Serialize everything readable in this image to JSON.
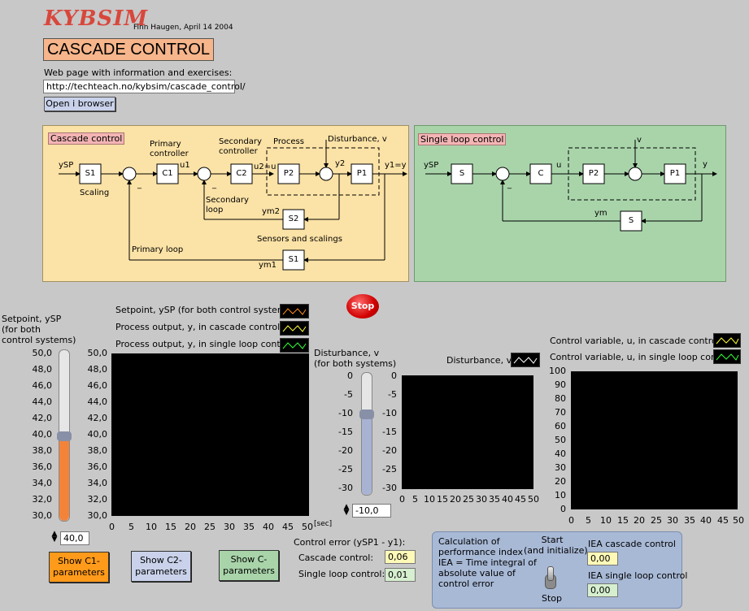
{
  "header": {
    "logo": "KYBSIM",
    "author": "Finn Haugen, April 14 2004",
    "title": "CASCADE CONTROL",
    "web_label": "Web page with information and exercises:",
    "url": "http://techteach.no/kybsim/cascade_control/",
    "open_browser": "Open i browser"
  },
  "cascade_diagram": {
    "label": "Cascade control",
    "ysp": "ySP",
    "s1": "S1",
    "scaling": "Scaling",
    "minus": "_",
    "primary_controller": "Primary\ncontroller",
    "c1": "C1",
    "u1": "u1",
    "secondary_controller": "Secondary\ncontroller",
    "c2": "C2",
    "u2": "u2=u",
    "process": "Process",
    "disturbance": "Disturbance, v",
    "p2": "P2",
    "y2": "y2",
    "p1": "P1",
    "y1": "y1=y",
    "secondary_loop": "Secondary\nloop",
    "ym2": "ym2",
    "s2": "S2",
    "sensors": "Sensors and scalings",
    "primary_loop": "Primary loop",
    "ym1": "ym1"
  },
  "single_diagram": {
    "label": "Single loop control",
    "ysp": "ySP",
    "s": "S",
    "c": "C",
    "u": "u",
    "v": "v",
    "p2": "P2",
    "p1": "P1",
    "y": "y",
    "ym": "ym",
    "minus": "_"
  },
  "stop_button": "Stop",
  "setpoint": {
    "label": "Setpoint, ySP\n(for both\ncontrol systems)",
    "ticks": [
      "50,0",
      "48,0",
      "46,0",
      "44,0",
      "42,0",
      "40,0",
      "38,0",
      "36,0",
      "34,0",
      "32,0",
      "30,0"
    ],
    "value": "40,0",
    "level": 0.5
  },
  "plot1": {
    "legend": [
      {
        "label": "Setpoint, ySP (for both control systems)",
        "color": "#ff8c1a"
      },
      {
        "label": "Process output, y, in cascade control",
        "color": "#ffff33"
      },
      {
        "label": "Process output, y, in single loop control",
        "color": "#33ff33"
      }
    ],
    "yticks": [
      "50,0",
      "48,0",
      "46,0",
      "44,0",
      "42,0",
      "40,0",
      "38,0",
      "36,0",
      "34,0",
      "32,0",
      "30,0"
    ],
    "xticks": [
      "0",
      "5",
      "10",
      "15",
      "20",
      "25",
      "30",
      "35",
      "40",
      "45",
      "50"
    ]
  },
  "disturbance": {
    "label": "Disturbance, v\n(for both systems)",
    "ticks": [
      "0",
      "-5",
      "-10",
      "-15",
      "-20",
      "-25",
      "-30"
    ],
    "value": "-10,0",
    "level": 0.333,
    "legend": "Disturbance, v",
    "xunit": "[sec]"
  },
  "plot2": {
    "yticks": [
      "0",
      "-5",
      "-10",
      "-15",
      "-20",
      "-25",
      "-30"
    ],
    "xticks": [
      "0",
      "5",
      "10",
      "15",
      "20",
      "25",
      "30",
      "35",
      "40",
      "45",
      "50"
    ]
  },
  "plot3": {
    "legend": [
      {
        "label": "Control variable, u, in cascade control",
        "color": "#ffff33"
      },
      {
        "label": "Control variable, u, in single loop control",
        "color": "#33ff33"
      }
    ],
    "yticks": [
      "100",
      "90",
      "80",
      "70",
      "60",
      "50",
      "40",
      "30",
      "20",
      "10",
      "0"
    ],
    "xticks": [
      "0",
      "5",
      "10",
      "15",
      "20",
      "25",
      "30",
      "35",
      "40",
      "45",
      "50"
    ]
  },
  "buttons": {
    "show_c1": "Show C1-\nparameters",
    "show_c2": "Show C2-\nparameters",
    "show_c": "Show C-\nparameters"
  },
  "control_error": {
    "title": "Control error (ySP1 - y1):",
    "cascade_label": "Cascade control:",
    "cascade_value": "0,06",
    "single_label": "Single loop control:",
    "single_value": "0,01"
  },
  "iea": {
    "description": "Calculation of\nperformance index\nIEA = Time integral of\nabsolute value of\ncontrol error",
    "start": "Start\n(and initialize)",
    "stop": "Stop",
    "cascade_label": "IEA cascade control",
    "cascade_value": "0,00",
    "single_label": "IEA single loop control",
    "single_value": "0,00"
  },
  "colors": {
    "cascade_panel": "#fbe2a6",
    "single_panel": "#a9d4aa",
    "setpoint_fill": "#f4833a",
    "c1_button": "#ff9a1a",
    "c2_button": "#c9d2ea",
    "c_button": "#a9d4aa"
  }
}
